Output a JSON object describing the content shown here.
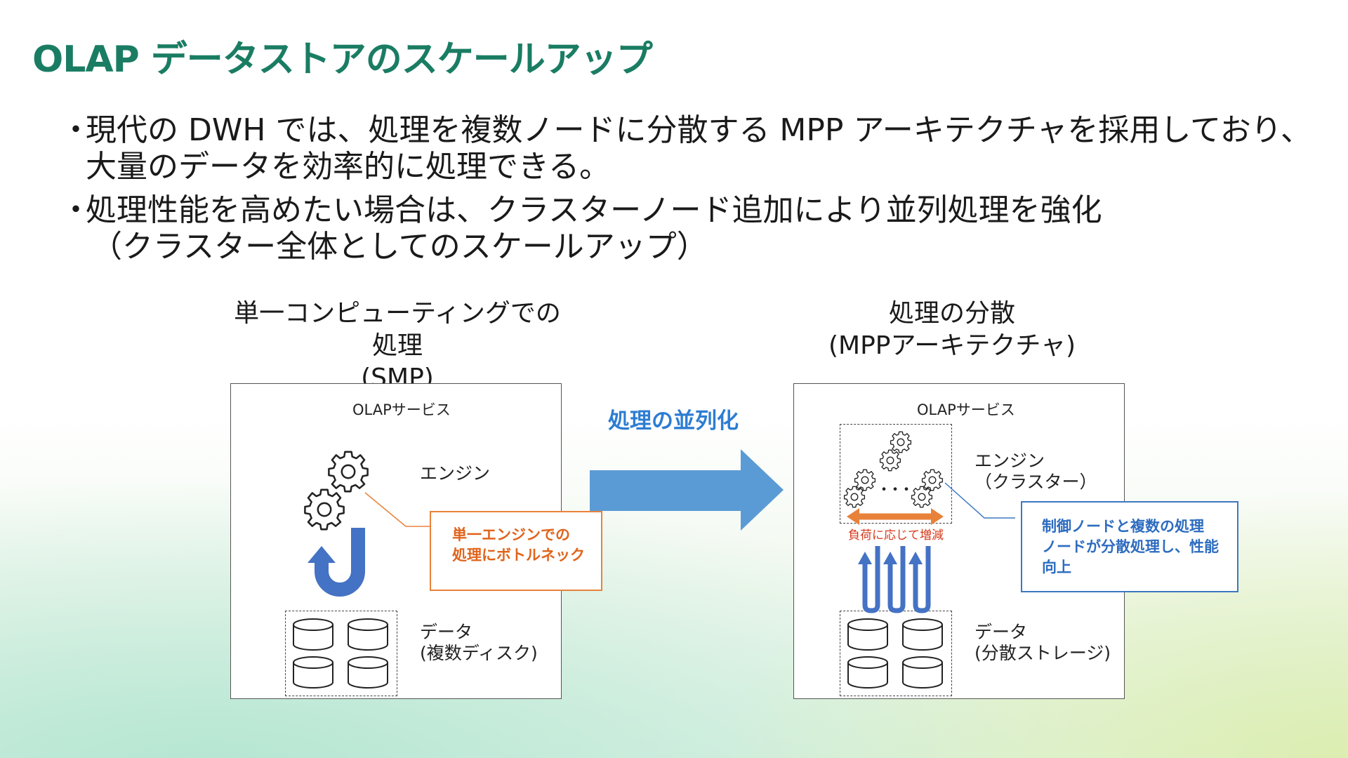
{
  "title": "OLAP データストアのスケールアップ",
  "bullets": [
    {
      "marker": "・",
      "lines": [
        "現代の DWH では、処理を複数ノードに分散する MPP アーキテクチャを採用しており、",
        "大量のデータを効率的に処理できる。"
      ]
    },
    {
      "marker": "・",
      "lines": [
        "処理性能を高めたい場合は、クラスターノード追加により並列処理を強化",
        "（クラスター全体としてのスケールアップ）"
      ]
    }
  ],
  "left_diagram": {
    "heading_line1": "単一コンピューティングでの処理",
    "heading_line2": "(SMP)",
    "service_label": "OLAPサービス",
    "engine_label": "エンジン",
    "data_label_line1": "データ",
    "data_label_line2": "(複数ディスク)",
    "callout_line1": "単一エンジンでの",
    "callout_line2": "処理にボトルネック"
  },
  "arrow_label": "処理の並列化",
  "right_diagram": {
    "heading_line1": "処理の分散",
    "heading_line2": "(MPPアーキテクチャ)",
    "service_label": "OLAPサービス",
    "engine_label_line1": "エンジン",
    "engine_label_line2": "（クラスター）",
    "ellipsis": "・・・",
    "load_label": "負荷に応じて増減",
    "data_label_line1": "データ",
    "data_label_line2": "(分散ストレージ)",
    "callout_line1": "制御ノードと複数の処理",
    "callout_line2": "ノードが分散処理し、性能",
    "callout_line3": "向上"
  },
  "colors": {
    "title": "#1a7d63",
    "arrow_blue": "#5b9bd5",
    "flow_blue": "#4472c4",
    "callout_orange": "#e8823a",
    "callout_blue": "#3c78c0",
    "load_red": "#d63a1c",
    "load_arrow": "#e8823a"
  },
  "icons": [
    "gear-icon",
    "database-icon",
    "u-turn-arrow-icon",
    "double-arrow-icon"
  ]
}
